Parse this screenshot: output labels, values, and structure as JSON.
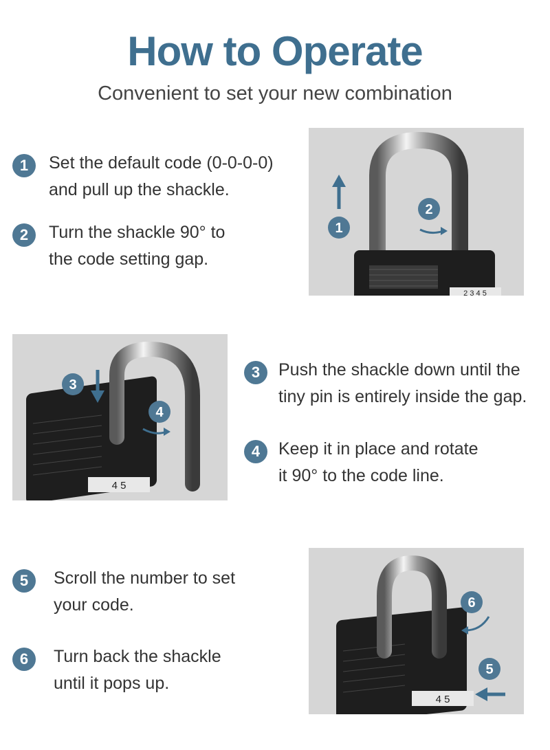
{
  "header": {
    "title": "How to Operate",
    "subtitle": "Convenient to set your new combination"
  },
  "steps": [
    {
      "number": "1",
      "lines": [
        "Set the default code (0-0-0-0)",
        "and pull up the shackle."
      ]
    },
    {
      "number": "2",
      "lines": [
        "Turn the shackle 90° to",
        "the code setting gap."
      ]
    },
    {
      "number": "3",
      "lines": [
        "Push the shackle down until the",
        "tiny pin is entirely inside the gap."
      ]
    },
    {
      "number": "4",
      "lines": [
        "Keep it in place and rotate",
        "it 90° to the code line."
      ]
    },
    {
      "number": "5",
      "lines": [
        "Scroll the number to set",
        "your code."
      ]
    },
    {
      "number": "6",
      "lines": [
        "Turn back the shackle",
        "until it pops up."
      ]
    }
  ],
  "images": {
    "panel1": {
      "markers": [
        "1",
        "2"
      ],
      "dial_digits": "2 3 4 5"
    },
    "panel2": {
      "markers": [
        "3",
        "4"
      ],
      "dial_digits": "4 5"
    },
    "panel3": {
      "markers": [
        "6",
        "5"
      ],
      "dial_digits": "4 5"
    }
  },
  "colors": {
    "accent": "#4f7894",
    "title": "#3f6f8f",
    "panel_bg": "#d6d6d6"
  }
}
